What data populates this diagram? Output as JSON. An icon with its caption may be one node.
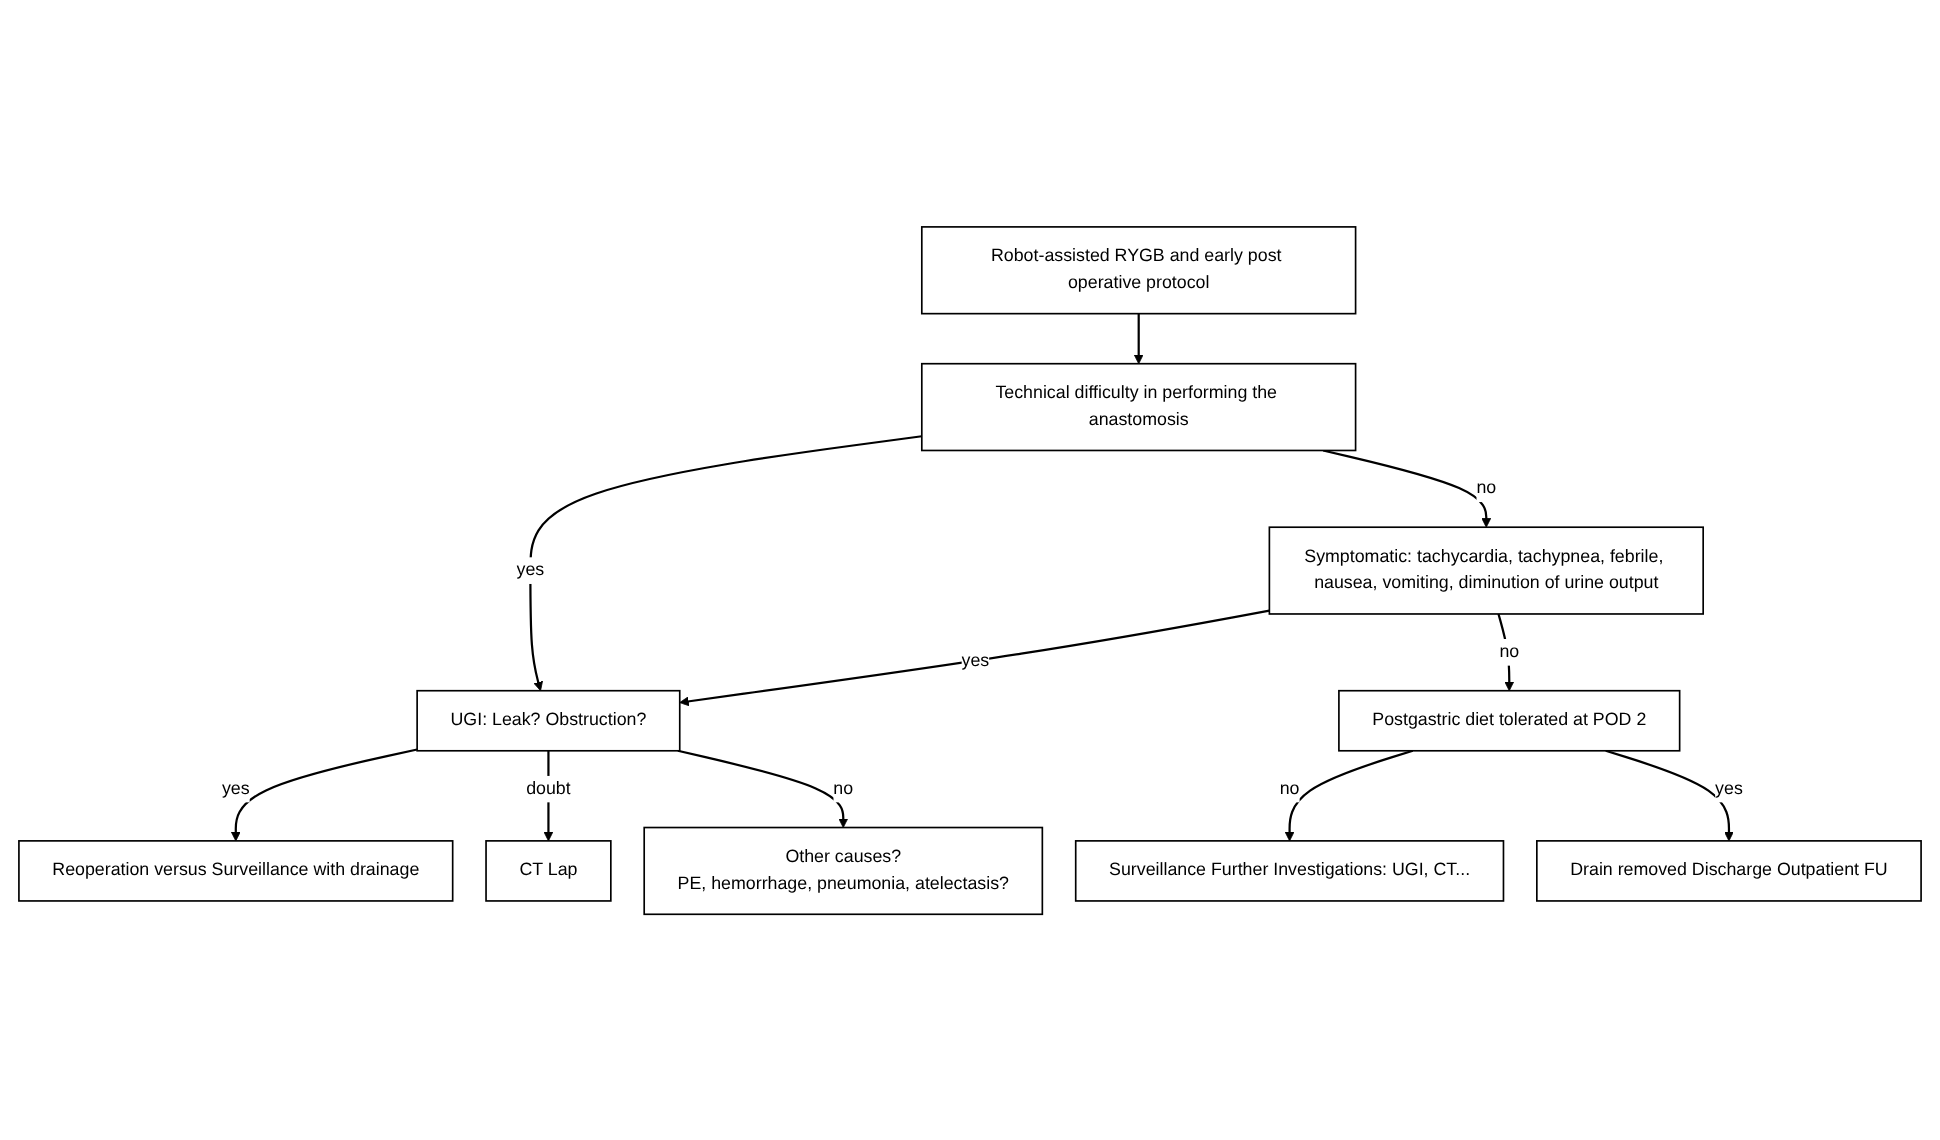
{
  "diagram": {
    "nodes": [
      {
        "text": [
          "Robot-assisted RYGB and early post operative protocol"
        ]
      },
      {
        "text": [
          "Technical difficulty in performing the anastomosis"
        ]
      },
      {
        "text": [
          "Symptomatic: tachycardia, tachypnea, febrile, nausea, vomiting, diminution of urine output"
        ]
      },
      {
        "text": [
          "UGI: Leak? Obstruction?"
        ]
      },
      {
        "text": [
          "Postgastric diet tolerated at POD 2"
        ]
      },
      {
        "text": [
          "Reoperation versus Surveillance with drainage"
        ]
      },
      {
        "text": [
          "CT Lap"
        ]
      },
      {
        "text": [
          "Other causes?",
          "PE, hemorrhage, pneumonia, atelectasis?"
        ]
      },
      {
        "text": [
          "Surveillance Further Investigations: UGI, CT..."
        ]
      },
      {
        "text": [
          "Drain removed Discharge Outpatient FU"
        ]
      }
    ],
    "edges": [
      {
        "from": 0,
        "to": 1,
        "arrow": "to"
      },
      {
        "from": 1,
        "to": 2,
        "label": "no",
        "arrow": "to"
      },
      {
        "from": 1,
        "to": 3,
        "label": "yes",
        "arrow": "to"
      },
      {
        "from": 2,
        "to": 3,
        "label": "yes",
        "arrow": "to"
      },
      {
        "from": 2,
        "to": 4,
        "label": "no",
        "arrow": "to"
      },
      {
        "from": 3,
        "to": 5,
        "label": "yes",
        "arrow": "to"
      },
      {
        "from": 3,
        "to": 6,
        "label": "doubt",
        "arrow": "to"
      },
      {
        "from": 3,
        "to": 7,
        "label": "no",
        "arrow": "to"
      },
      {
        "from": 4,
        "to": 8,
        "label": "no",
        "arrow": "to"
      },
      {
        "from": 4,
        "to": 9,
        "label": "yes",
        "arrow": "to"
      }
    ]
  }
}
